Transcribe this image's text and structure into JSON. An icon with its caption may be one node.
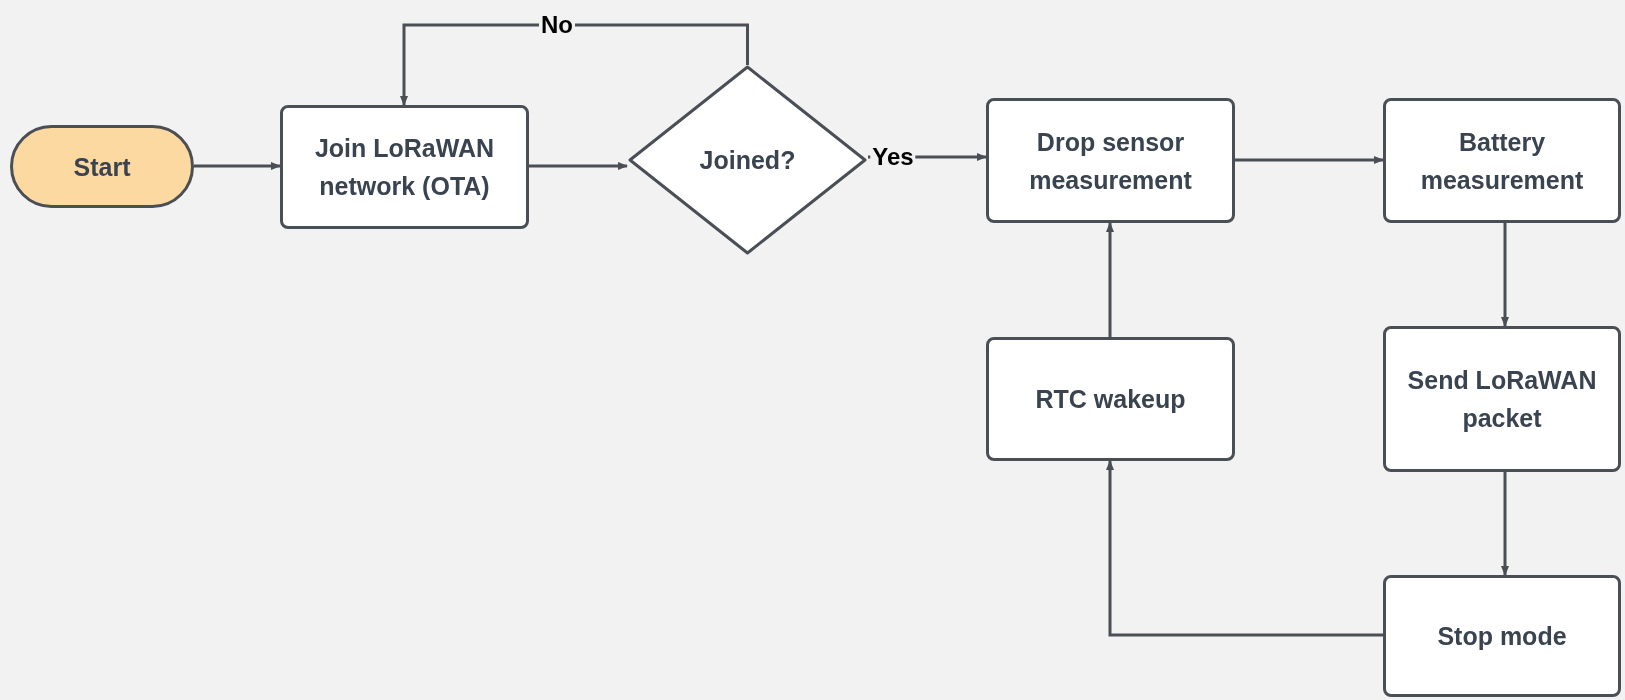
{
  "diagram": {
    "nodes": [
      {
        "text": [
          "Start"
        ]
      },
      {
        "text": [
          "Join LoRaWAN network (OTA)"
        ]
      },
      {
        "text": [
          "Joined?"
        ]
      },
      {
        "text": [
          "Drop sensor measurement"
        ]
      },
      {
        "text": [
          "Battery measurement"
        ]
      },
      {
        "text": [
          "Send LoRaWAN packet"
        ]
      },
      {
        "text": [
          "Stop mode"
        ]
      },
      {
        "text": [
          "RTC wakeup"
        ]
      }
    ],
    "edges": [
      {
        "from": 0,
        "to": 1,
        "arrow": "to"
      },
      {
        "from": 1,
        "to": 2,
        "arrow": "to"
      },
      {
        "from": 2,
        "to": 3,
        "arrow": "to",
        "label": "Yes"
      },
      {
        "from": 2,
        "to": 1,
        "arrow": "to",
        "label": "No"
      },
      {
        "from": 3,
        "to": 4,
        "arrow": "to"
      },
      {
        "from": 4,
        "to": 5,
        "arrow": "to"
      },
      {
        "from": 5,
        "to": 6,
        "arrow": "to"
      },
      {
        "from": 6,
        "to": 7,
        "arrow": "to"
      },
      {
        "from": 7,
        "to": 3,
        "arrow": "to"
      }
    ]
  }
}
